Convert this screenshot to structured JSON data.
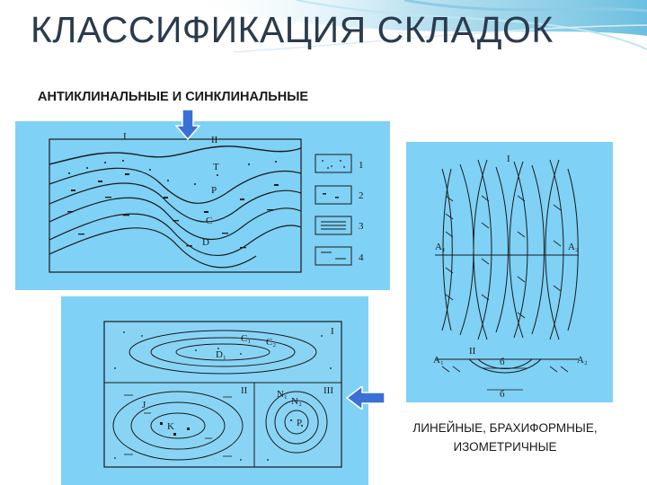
{
  "slide": {
    "title": "КЛАССИФИКАЦИЯ  СКЛАДОК",
    "subtitle_top": "АНТИКЛИНАЛЬНЫЕ И  СИНКЛИНАЛЬНЫЕ",
    "subtitle_bottom_line1": "ЛИНЕЙНЫЕ, БРАХИФОРМНЫЕ,",
    "subtitle_bottom_line2": "ИЗОМЕТРИЧНЫЕ"
  },
  "colors": {
    "panel_bg": "#7fd1f5",
    "title_color": "#2b3b4d",
    "arrow_fill": "#3a6fd8",
    "ink": "#1a1a1a"
  },
  "figure_fold_profile": {
    "roman_labels": [
      "I",
      "II"
    ],
    "layer_labels": [
      "T",
      "P",
      "C",
      "D"
    ],
    "legend_numbers": [
      "1",
      "2",
      "3",
      "4"
    ]
  },
  "figure_linear_folds": {
    "roman_labels": [
      "I",
      "II"
    ],
    "section_labels": [
      "A₁",
      "A₂"
    ],
    "mark": "б"
  },
  "figure_map_folds": {
    "roman_labels": [
      "I",
      "II",
      "III"
    ],
    "map_labels": [
      "C₁",
      "C₂",
      "D₁",
      "N₁",
      "N₂",
      "P",
      "K",
      "J"
    ]
  }
}
